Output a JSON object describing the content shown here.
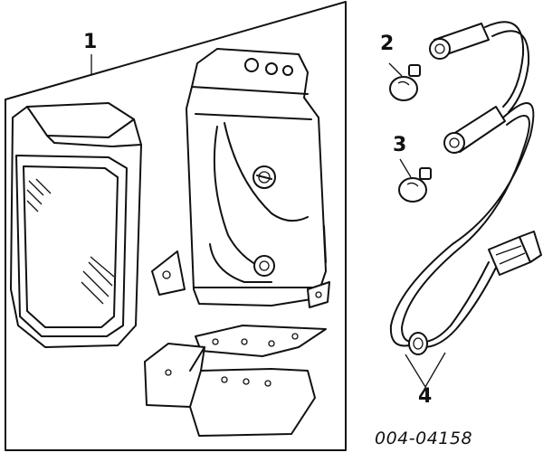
{
  "callouts": {
    "assembly": "1",
    "bulb_upper": "2",
    "bulb_lower": "3",
    "harness": "4"
  },
  "part_number": "004-04158"
}
